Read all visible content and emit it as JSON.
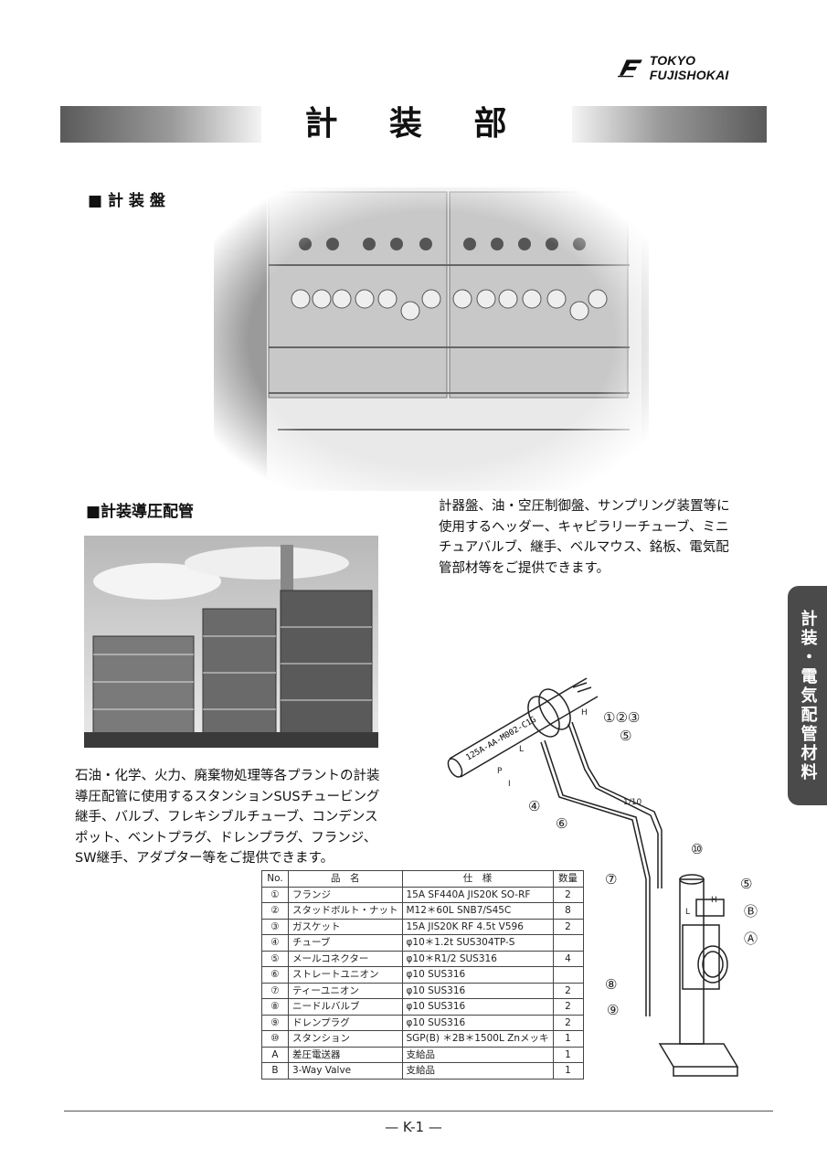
{
  "header": {
    "company": "TOKYO FUJISHOKAI",
    "page_title": "計 装 部"
  },
  "section1": {
    "heading": "■ 計 装 盤"
  },
  "section2": {
    "heading": "■計装導圧配管",
    "description_right": [
      "計器盤、油・空圧制御盤、サンプリング装置等に",
      "使用するヘッダー、キャピラリーチューブ、ミニ",
      "チュアバルブ、継手、ベルマウス、銘板、電気配",
      "管部材等をご提供できます。"
    ],
    "description_left": [
      "石油・化学、火力、廃棄物処理等各プラントの計装",
      "導圧配管に使用するスタンションSUSチュービング",
      "継手、バルブ、フレキシブルチューブ、コンデンス",
      "ポット、ベントプラグ、ドレンプラグ、フランジ、",
      "SW継手、アダプター等をご提供できます。"
    ]
  },
  "side_tab": "計装・電気配管材料",
  "diagram": {
    "pipe_label": "125A-AA-M002-C1G",
    "labels": [
      "①②③",
      "⑤",
      "④",
      "⑥",
      "⑦",
      "⑧",
      "⑨",
      "⑩",
      "⑤",
      "Ⓑ",
      "Ⓐ",
      "H",
      "L",
      "P",
      "I",
      "H",
      "L",
      "1/10"
    ]
  },
  "table": {
    "headers": [
      "No.",
      "品　名",
      "仕　様",
      "数量"
    ],
    "rows": [
      [
        "①",
        "フランジ",
        "15A SF440A JIS20K SO-RF",
        "2"
      ],
      [
        "②",
        "スタッドボルト・ナット",
        "M12＊60L SNB7/S45C",
        "8"
      ],
      [
        "③",
        "ガスケット",
        "15A JIS20K RF 4.5t V596",
        "2"
      ],
      [
        "④",
        "チューブ",
        "φ10＊1.2t SUS304TP-S",
        ""
      ],
      [
        "⑤",
        "メールコネクター",
        "φ10＊R1/2 SUS316",
        "4"
      ],
      [
        "⑥",
        "ストレートユニオン",
        "φ10 SUS316",
        ""
      ],
      [
        "⑦",
        "ティーユニオン",
        "φ10 SUS316",
        "2"
      ],
      [
        "⑧",
        "ニードルバルブ",
        "φ10 SUS316",
        "2"
      ],
      [
        "⑨",
        "ドレンプラグ",
        "φ10 SUS316",
        "2"
      ],
      [
        "⑩",
        "スタンション",
        "SGP(B) ＊2B＊1500L Znメッキ",
        "1"
      ],
      [
        "A",
        "差圧電送器",
        "支給品",
        "1"
      ],
      [
        "B",
        "3-Way Valve",
        "支給品",
        "1"
      ]
    ]
  },
  "footer": {
    "page": "— K-1 —"
  }
}
